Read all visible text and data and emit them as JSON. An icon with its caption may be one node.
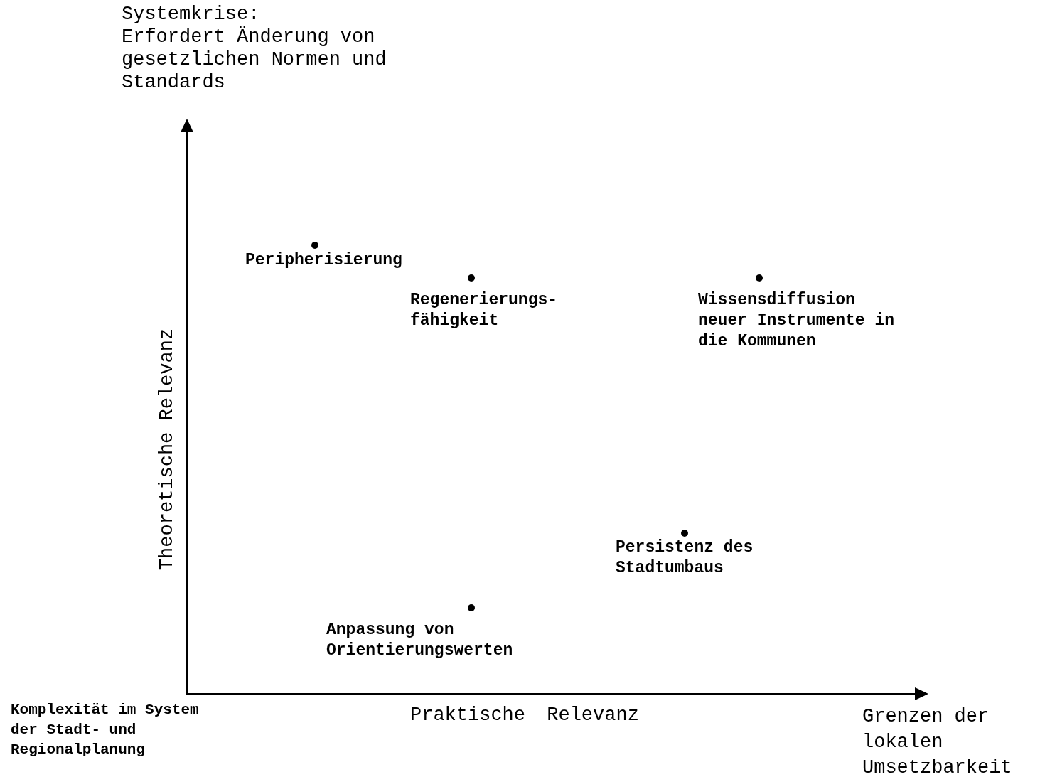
{
  "diagram": {
    "labels": [
      "Systemkrise:",
      "Erfordert Änderung von gesetzlichen Normen und Standards",
      "Peripherisierung",
      "Regenerierungs-fähigkeit",
      "Wissensdiffusion neuer Instrumente in die Kommunen",
      "Persistenz des Stadtumbaus",
      "Anpassung von Orientierungswerten",
      "Theoretische Relevanz",
      "Komplexität im System der Stadt- und Regionalplanung",
      "Praktische Relevanz",
      "Grenzen der lokalen Umsetzbarkeit"
    ]
  }
}
